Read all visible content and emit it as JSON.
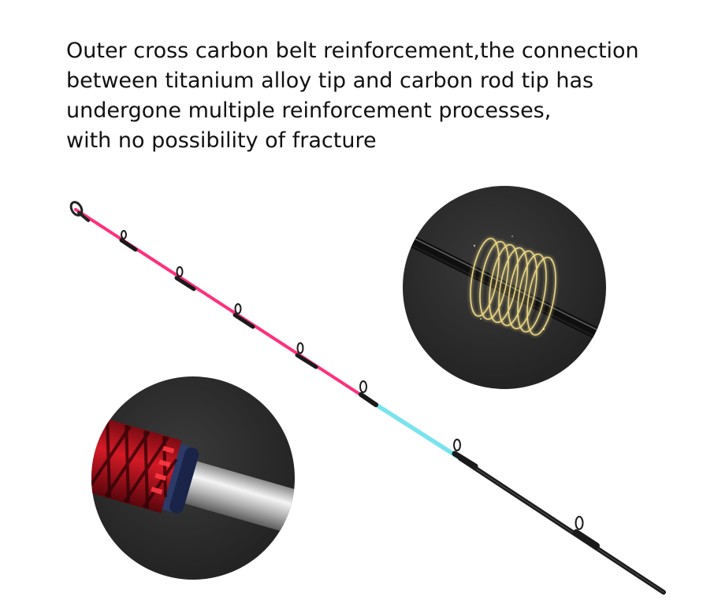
{
  "headline": {
    "lines": [
      "Outer cross carbon belt reinforcement,the connection",
      "between titanium alloy tip and carbon rod tip has",
      "undergone multiple reinforcement processes,",
      "with no possibility of fracture"
    ]
  },
  "colors": {
    "background": "#ffffff",
    "text": "#111111",
    "rod_tip": "#ff2f7d",
    "rod_mid": "#79e3ee",
    "rod_butt": "#1c1c1c",
    "inset_background": "#2b2b2b",
    "carbon_band": "#f2e38a",
    "joint_mesh": "#c4141f",
    "titanium": "#c8c8c8"
  },
  "illustration": {
    "subject": "fishing-rod",
    "sections": [
      "pink-tip",
      "cyan-section",
      "black-carbon-butt"
    ],
    "insets": [
      "carbon-belt-wrap-detail",
      "titanium-tip-joint-detail"
    ]
  }
}
